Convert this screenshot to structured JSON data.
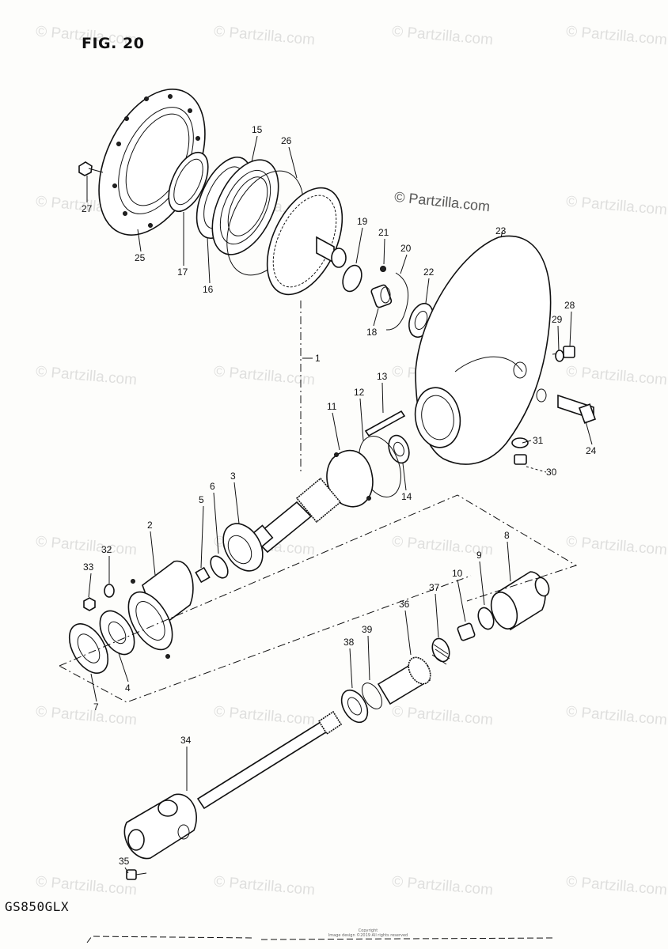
{
  "figure": {
    "title": "FIG. 20",
    "model": "GS850GLX",
    "copyright_lines": [
      "Copyright",
      "Image design ©2019 All rights reserved"
    ]
  },
  "watermark": {
    "prominent": "© Partzilla.com",
    "repeated": "© Partzilla.com"
  },
  "callouts": [
    "1",
    "2",
    "3",
    "4",
    "5",
    "6",
    "7",
    "8",
    "9",
    "10",
    "11",
    "12",
    "13",
    "14",
    "15",
    "16",
    "17",
    "18",
    "19",
    "20",
    "21",
    "22",
    "23",
    "24",
    "25",
    "26",
    "27",
    "28",
    "29",
    "30",
    "31",
    "32",
    "33",
    "34",
    "35",
    "36",
    "37",
    "38",
    "39"
  ]
}
